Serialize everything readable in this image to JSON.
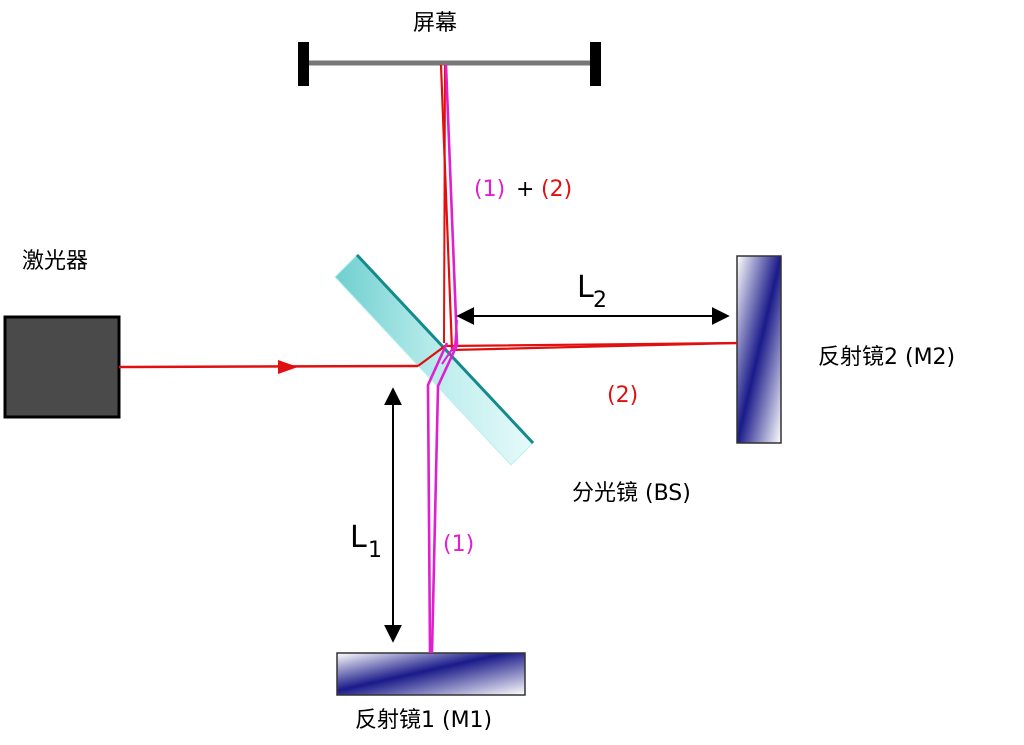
{
  "labels": {
    "screen": "屏幕",
    "laser": "激光器",
    "beam_combined_1": "(1)",
    "beam_combined_plus": "+",
    "beam_combined_2": "(2)",
    "beam_1": "(1)",
    "beam_2": "(2)",
    "L1": "L",
    "L1_sub": "1",
    "L2": "L",
    "L2_sub": "2",
    "mirror2": "反射镜2 (M2)",
    "mirror1": "反射镜1 (M1)",
    "beam_splitter": "分光镜 (BS)"
  },
  "colors": {
    "beam1": "#e020d0",
    "beam2": "#e01010",
    "laser_body": "#4a4a4a",
    "splitter": "#7fd7d7",
    "splitter_edge": "#148a8a",
    "mirror_dark": "#1a1a8a",
    "screen_bar": "#777777"
  }
}
